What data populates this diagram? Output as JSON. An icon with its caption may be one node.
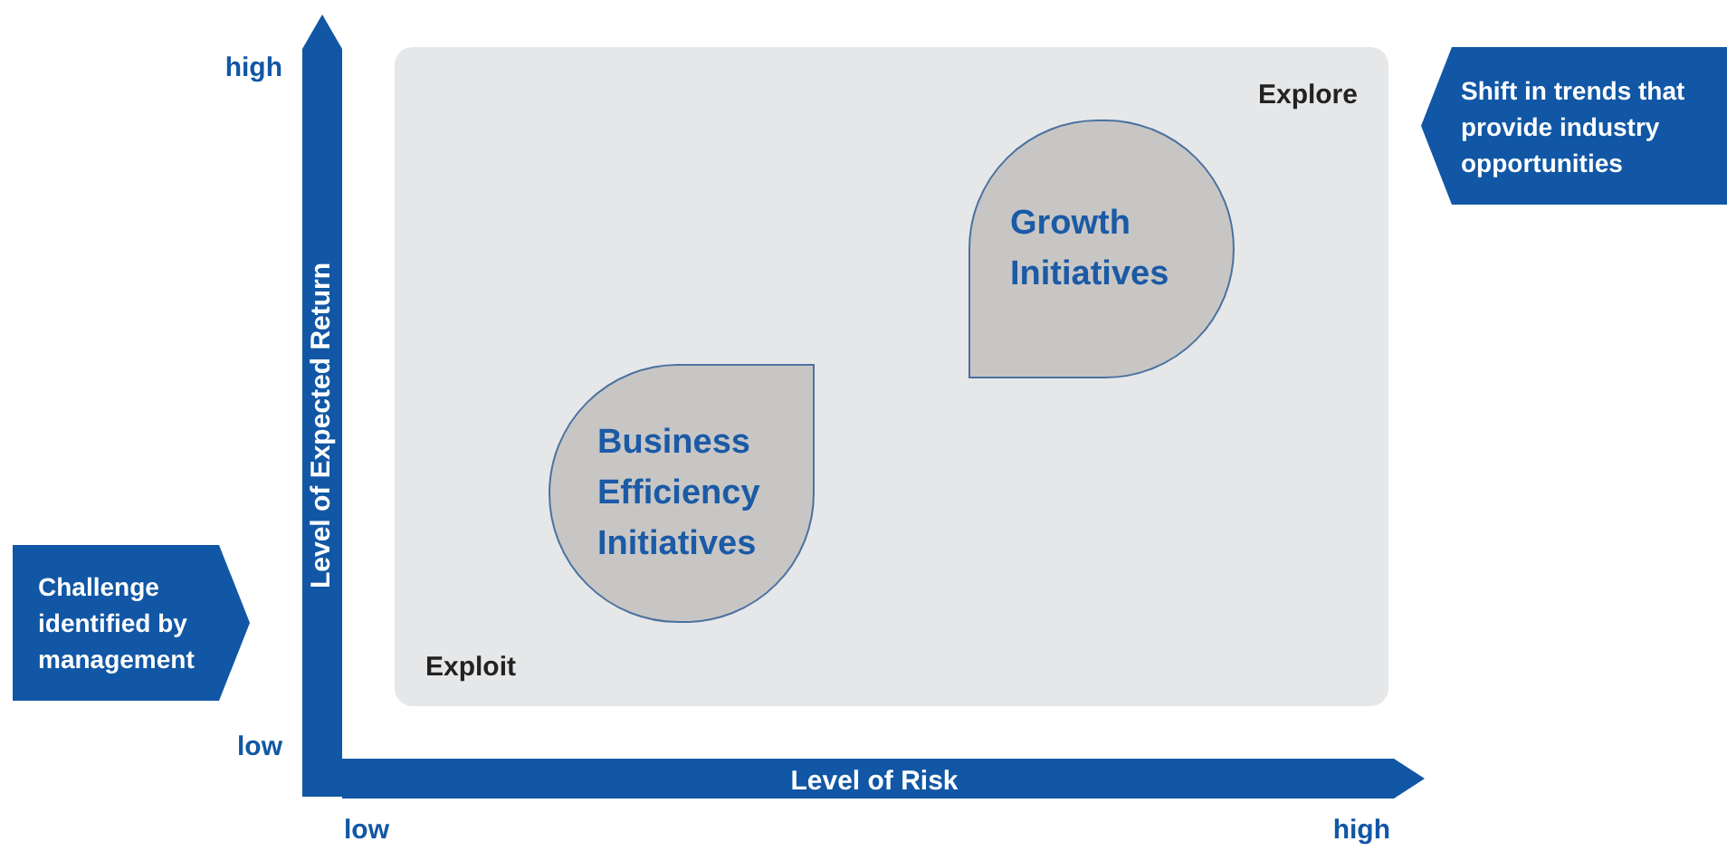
{
  "diagram": {
    "nodes": [
      {
        "text": [
          "Explore",
          "Exploit"
        ]
      },
      {
        "text": [
          "Growth Initiatives"
        ],
        "in": 0
      },
      {
        "text": [
          "Business Efficiency Initiatives"
        ],
        "in": 0
      },
      {
        "text": [
          "Shift in trends that provide industry opportunities"
        ]
      },
      {
        "text": [
          "Challenge identified by management"
        ]
      }
    ],
    "labels": [
      "high",
      "Level of Expected Return",
      "low",
      "Level of Risk",
      "low",
      "high"
    ]
  }
}
